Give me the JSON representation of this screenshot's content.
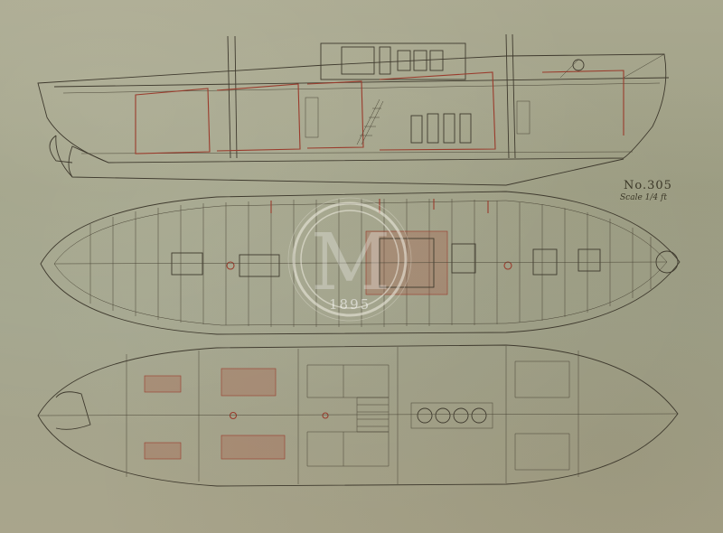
{
  "plan": {
    "number": "No.305",
    "scale": "Scale 1/4 ft"
  },
  "watermark": {
    "letter": "M",
    "year": "1895"
  }
}
